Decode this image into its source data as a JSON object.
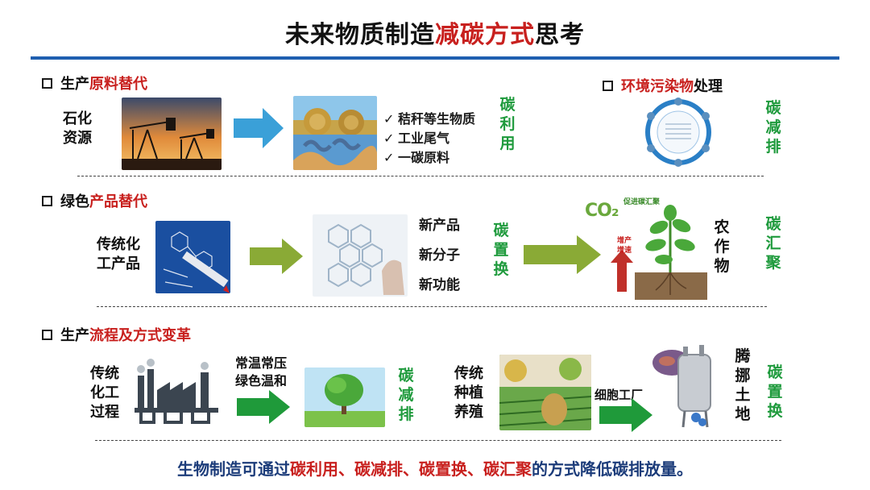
{
  "title": {
    "part1": "未来物质制造",
    "part2": "减碳方式",
    "part3": "思考"
  },
  "sections": {
    "raw": {
      "heading_prefix": "生产",
      "heading_highlight": "原料替代",
      "source_label": "石化\n资源",
      "items": [
        "秸秆等生物质",
        "工业尾气",
        "一碳原料"
      ],
      "effect": [
        "碳",
        "利",
        "用"
      ]
    },
    "env": {
      "heading_highlight": "环境污染物",
      "heading_suffix": "处理",
      "effect": [
        "碳",
        "减",
        "排"
      ]
    },
    "green": {
      "heading_prefix": "绿色",
      "heading_highlight": "产品替代",
      "source_label": "传统化\n工产品",
      "products": [
        "新产品",
        "新分子",
        "新功能"
      ],
      "effect": [
        "碳",
        "置",
        "换"
      ]
    },
    "crop": {
      "co2": "CO₂",
      "promote": "促进碳汇聚",
      "increase": "增产\n增速",
      "label": [
        "农",
        "作",
        "物"
      ],
      "effect": [
        "碳",
        "汇",
        "聚"
      ]
    },
    "process": {
      "heading_prefix": "生产",
      "heading_highlight": "流程及方式变革",
      "source_label": [
        "传统",
        "化工",
        "过程"
      ],
      "condition": "常温常压\n绿色温和",
      "effect": [
        "碳",
        "减",
        "排"
      ],
      "farm_label": [
        "传统",
        "种植",
        "养殖"
      ],
      "cell_factory": "细胞工厂",
      "land_label": [
        "腾",
        "挪",
        "土",
        "地"
      ],
      "land_effect": [
        "碳",
        "置",
        "换"
      ]
    }
  },
  "bottom": {
    "prefix": "生物制造可通过",
    "highlight": "碳利用、碳减排、碳置换、碳汇聚",
    "suffix": "的方式降低碳排放量。"
  },
  "colors": {
    "accent_red": "#c8201e",
    "accent_green": "#1e9a3c",
    "rule_blue": "#1f5fb0",
    "arrow_blue": "#3aa0d8",
    "arrow_olive": "#8aaa36",
    "arrow_green": "#1f9a3a"
  }
}
